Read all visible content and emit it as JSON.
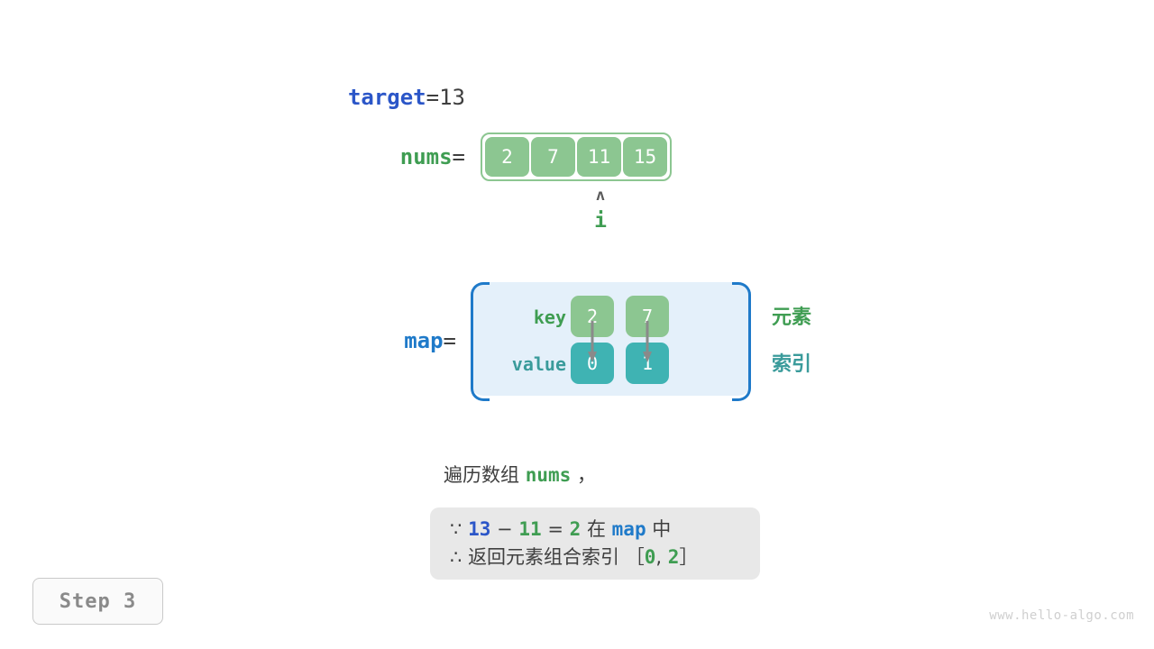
{
  "title": "Two Sum hash map walkthrough - Step 3",
  "colors": {
    "blue_var": "#2b56c8",
    "green_var": "#3f9d52",
    "map_blue": "#1f7ac9",
    "cell_green": "#8cc691",
    "cell_teal": "#3fb3b3",
    "panel_bg": "#e4f0fa",
    "note_bg": "#e8e8e8",
    "text_dark": "#3f3f3f",
    "arrow_gray": "#8a8a8a",
    "watermark": "#cfcfcf"
  },
  "target": {
    "name": "target",
    "equals": "=",
    "value": "13"
  },
  "nums": {
    "name": "nums",
    "equals": "=",
    "cells": [
      "2",
      "7",
      "11",
      "15"
    ],
    "pointer": {
      "caret": "ʌ",
      "label": "i",
      "index": 2
    }
  },
  "map": {
    "name": "map",
    "equals": "=",
    "key_label": "key",
    "value_label": "value",
    "keys": [
      "2",
      "7"
    ],
    "values": [
      "0",
      "1"
    ],
    "annotations": {
      "elements": "元素",
      "indices": "索引"
    }
  },
  "caption": {
    "prefix": "遍历数组",
    "code": "nums",
    "suffix": "，"
  },
  "note": {
    "line1": {
      "symbol": "∵",
      "a": "13",
      "minus": "−",
      "b": "11",
      "eq": "=",
      "c": "2",
      "mid": "在",
      "map": "map",
      "tail": "中"
    },
    "line2": {
      "symbol": "∴",
      "text": "返回元素组合索引",
      "bracket_open": "［",
      "i0": "0",
      "comma": ",",
      "i1": "2",
      "bracket_close": "］"
    }
  },
  "step_badge": "Step 3",
  "watermark": "www.hello-algo.com"
}
